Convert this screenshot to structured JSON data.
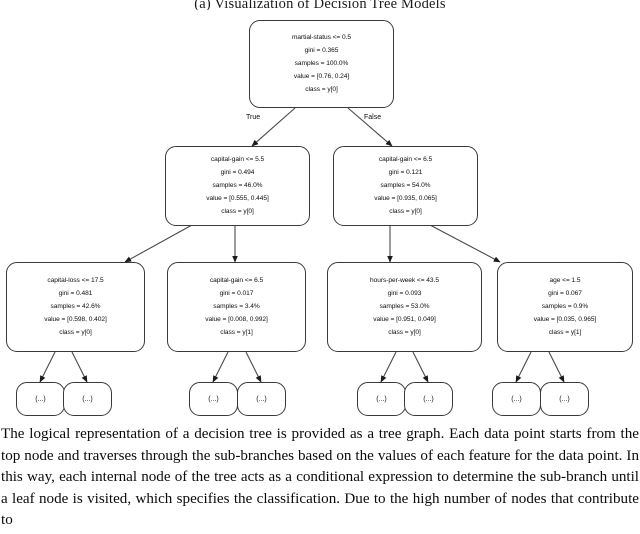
{
  "figure": {
    "caption": "(a)  Visualization of Decision Tree Models"
  },
  "tree": {
    "edge_labels": {
      "true": "True",
      "false": "False"
    },
    "nodes": [
      {
        "id": "root",
        "lines": [
          "martial-status <= 0.5",
          "gini = 0.365",
          "samples = 100.0%",
          "value = [0.76, 0.24]",
          "class = y[0]"
        ]
      },
      {
        "id": "n-l1-left",
        "lines": [
          "capital-gain <= 5.5",
          "gini = 0.494",
          "samples = 46.0%",
          "value = [0.555, 0.445]",
          "class = y[0]"
        ]
      },
      {
        "id": "n-l1-right",
        "lines": [
          "capital-gain <= 6.5",
          "gini = 0.121",
          "samples = 54.0%",
          "value = [0.935, 0.065]",
          "class = y[0]"
        ]
      },
      {
        "id": "n-l2-a",
        "lines": [
          "capital-loss <= 17.5",
          "gini = 0.481",
          "samples = 42.6%",
          "value = [0.598, 0.402]",
          "class = y[0]"
        ]
      },
      {
        "id": "n-l2-b",
        "lines": [
          "capital-gain <= 6.5",
          "gini = 0.017",
          "samples = 3.4%",
          "value = [0.008, 0.992]",
          "class = y[1]"
        ]
      },
      {
        "id": "n-l2-c",
        "lines": [
          "hours-per-week <= 43.5",
          "gini = 0.093",
          "samples = 53.0%",
          "value = [0.951, 0.049]",
          "class = y[0]"
        ]
      },
      {
        "id": "n-l2-d",
        "lines": [
          "age <= 1.5",
          "gini = 0.067",
          "samples = 0.9%",
          "value = [0.035, 0.965]",
          "class = y[1]"
        ]
      }
    ],
    "leaves": [
      {
        "id": "leaf-1",
        "label": "(...)"
      },
      {
        "id": "leaf-2",
        "label": "(...)"
      },
      {
        "id": "leaf-3",
        "label": "(...)"
      },
      {
        "id": "leaf-4",
        "label": "(...)"
      },
      {
        "id": "leaf-5",
        "label": "(...)"
      },
      {
        "id": "leaf-6",
        "label": "(...)"
      },
      {
        "id": "leaf-7",
        "label": "(...)"
      },
      {
        "id": "leaf-8",
        "label": "(...)"
      }
    ]
  },
  "body": {
    "paragraph": "The logical representation of a decision tree is provided as a tree graph. Each data point starts from the top node and traverses through the sub-branches based on the values of each feature for the data point. In this way, each internal node of the tree acts as a conditional expression to determine the sub-branch until a leaf node is visited, which specifies the classification. Due to the high number of nodes that contribute to"
  }
}
